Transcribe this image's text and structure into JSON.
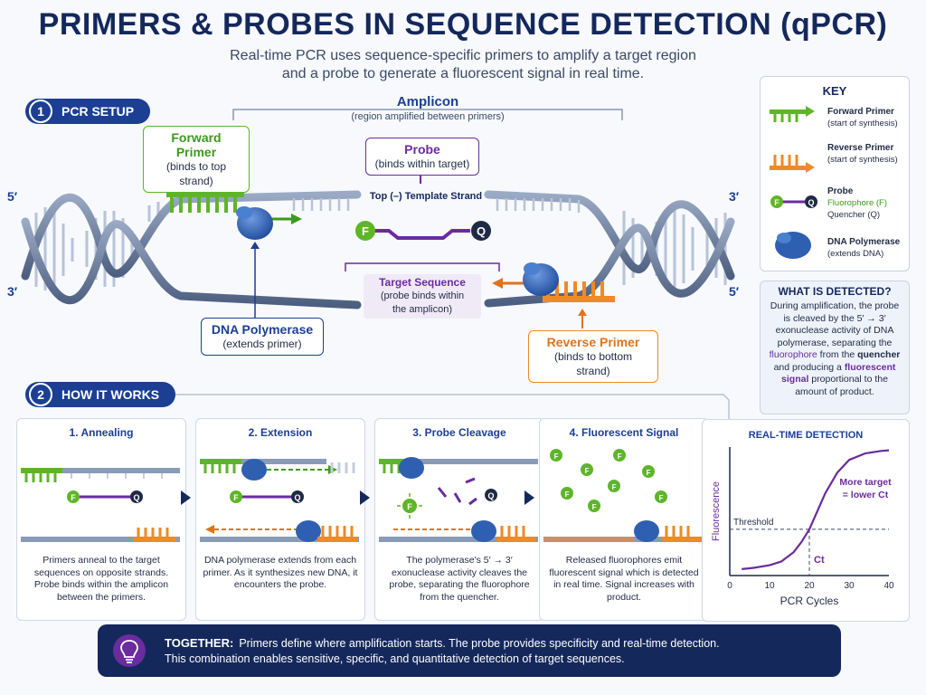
{
  "header": {
    "title": "PRIMERS & PROBES IN SEQUENCE DETECTION (qPCR)",
    "subtitle_line1": "Real-time PCR uses sequence-specific primers to amplify a target region",
    "subtitle_line2": "and a probe to generate a fluorescent signal in real time."
  },
  "section1": {
    "num": "1",
    "label": "PCR SETUP"
  },
  "section2": {
    "num": "2",
    "label": "HOW IT WORKS"
  },
  "diagram": {
    "amplicon_title": "Amplicon",
    "amplicon_sub": "(region amplified between primers)",
    "forward_title": "Forward Primer",
    "forward_sub": "(binds to top strand)",
    "probe_title": "Probe",
    "probe_sub": "(binds within target)",
    "top_strand": "Top (–) Template Strand",
    "target_title": "Target Sequence",
    "target_sub1": "(probe binds within",
    "target_sub2": "the amplicon)",
    "pol_title": "DNA Polymerase",
    "pol_sub": "(extends primer)",
    "rev_title": "Reverse Primer",
    "rev_sub": "(binds to bottom strand)",
    "end_tl": "5′",
    "end_bl": "3′",
    "end_tr": "3′",
    "end_br": "5′",
    "f_glyph": "F",
    "q_glyph": "Q"
  },
  "key": {
    "title": "KEY",
    "fwd_name": "Forward Primer",
    "fwd_desc": "(start of synthesis)",
    "rev_name": "Reverse Primer",
    "rev_desc": "(start of synthesis)",
    "probe_name": "Probe",
    "probe_fluor": "Fluorophore (F)",
    "probe_quench": "Quencher (Q)",
    "pol_name": "DNA Polymerase",
    "pol_desc": "(extends DNA)"
  },
  "detected": {
    "title": "WHAT IS DETECTED?",
    "t1": "During amplification, the probe is cleaved by the 5′ → 3′ exonuclease activity of DNA polymerase, separating the ",
    "fluor": "fluorophore",
    "t2": " from the ",
    "quench": "quencher",
    "t3": " and producing a ",
    "signal": "fluorescent signal",
    "t4": " proportional to the amount of product."
  },
  "steps": [
    {
      "title": "1. Annealing",
      "desc": "Primers anneal to the target sequences on opposite strands. Probe binds within the amplicon between the primers."
    },
    {
      "title": "2. Extension",
      "desc": "DNA polymerase extends from each primer. As it synthesizes new DNA, it encounters the probe."
    },
    {
      "title": "3. Probe Cleavage",
      "desc": "The polymerase's 5′ → 3′ exonuclease activity cleaves the probe, separating the fluorophore from the quencher."
    },
    {
      "title": "4. Fluorescent Signal",
      "desc": "Released fluorophores emit fluorescent signal which is detected in real time. Signal increases with product."
    }
  ],
  "chart_data": {
    "type": "line",
    "title": "REAL-TIME DETECTION",
    "xlabel": "PCR Cycles",
    "ylabel": "Fluorescence",
    "xlim": [
      0,
      40
    ],
    "xticks": [
      "0",
      "10",
      "20",
      "30",
      "40"
    ],
    "threshold_label": "Threshold",
    "threshold_y": 0.36,
    "ct_label": "Ct",
    "ct_x": 20,
    "annotation_line1": "More target",
    "annotation_line2": "= lower Ct",
    "curve_color": "#6a2c9e",
    "x": [
      3,
      6,
      10,
      13,
      16,
      18,
      20,
      22,
      24,
      27,
      30,
      34,
      38,
      40
    ],
    "y": [
      0.05,
      0.06,
      0.08,
      0.11,
      0.18,
      0.26,
      0.36,
      0.5,
      0.64,
      0.8,
      0.9,
      0.95,
      0.97,
      0.975
    ]
  },
  "bottom": {
    "label": "TOGETHER:",
    "line1": "Primers define where amplification starts. The probe provides specificity and real-time detection.",
    "line2": "This combination enables sensitive, specific, and quantitative detection of target sequences."
  },
  "colors": {
    "navy": "#14285c",
    "blue": "#1c3f94",
    "forward_green": "#5fb52a",
    "reverse_orange": "#f08a24",
    "probe_purple": "#6a2c9e",
    "polymerase_blue": "#2f5fb0",
    "strand_gray": "#7f90ad"
  }
}
